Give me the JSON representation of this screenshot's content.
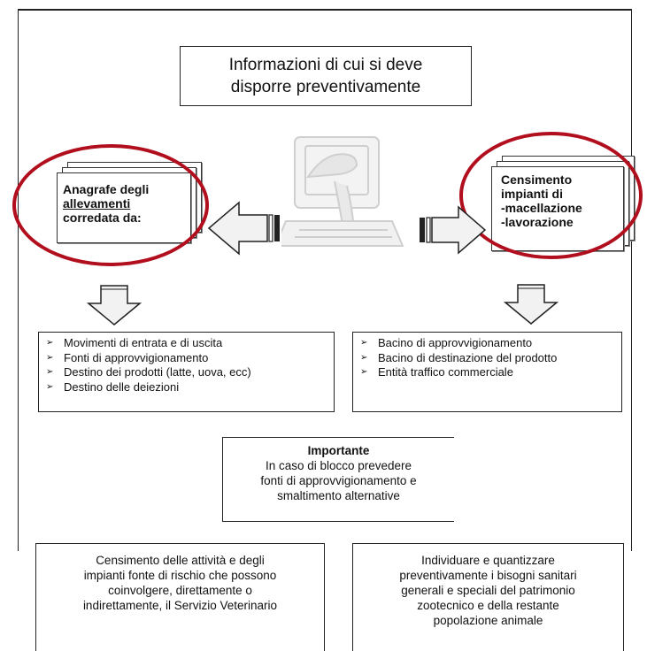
{
  "title": {
    "line1": "Informazioni di cui si deve",
    "line2": "disporre preventivamente"
  },
  "left_doc": {
    "line1": "Anagrafe degli",
    "line2": "allevamenti",
    "line3": "corredata da:"
  },
  "right_doc": {
    "line1": "Censimento",
    "line2": "impianti di",
    "line3": "-macellazione",
    "line4": "-lavorazione"
  },
  "left_list": [
    "Movimenti di entrata e di uscita",
    "Fonti di approvvigionamento",
    "Destino dei prodotti (latte, uova, ecc)",
    "Destino delle deiezioni"
  ],
  "right_list": [
    "Bacino di approvvigionamento",
    "Bacino di destinazione del prodotto",
    "Entità traffico commerciale"
  ],
  "important": {
    "title": "Importante",
    "line1": "In caso di blocco prevedere",
    "line2": "fonti di approvvigionamento e",
    "line3": "smaltimento alternative"
  },
  "bottom_left": {
    "line1": "Censimento delle attività e degli",
    "line2": "impianti fonte di rischio che possono",
    "line3": "coinvolgere, direttamente o",
    "line4": "indirettamente, il Servizio Veterinario"
  },
  "bottom_right": {
    "line1": "Individuare e quantizzare",
    "line2": "preventivamente i bisogni sanitari",
    "line3": "generali e speciali del patrimonio",
    "line4": "zootecnico e della restante",
    "line5": "popolazione animale"
  },
  "colors": {
    "highlight_ellipse": "#b10e1e",
    "watermark": "#cfcfcf",
    "arrow_fill": "#f2f2f2"
  },
  "icons": {
    "watermark": "computer-hand-icon",
    "arrow_left": "arrow-left-icon",
    "arrow_right": "arrow-right-icon",
    "arrow_down": "arrow-down-icon",
    "bullet": "arrowhead-bullet-icon"
  }
}
